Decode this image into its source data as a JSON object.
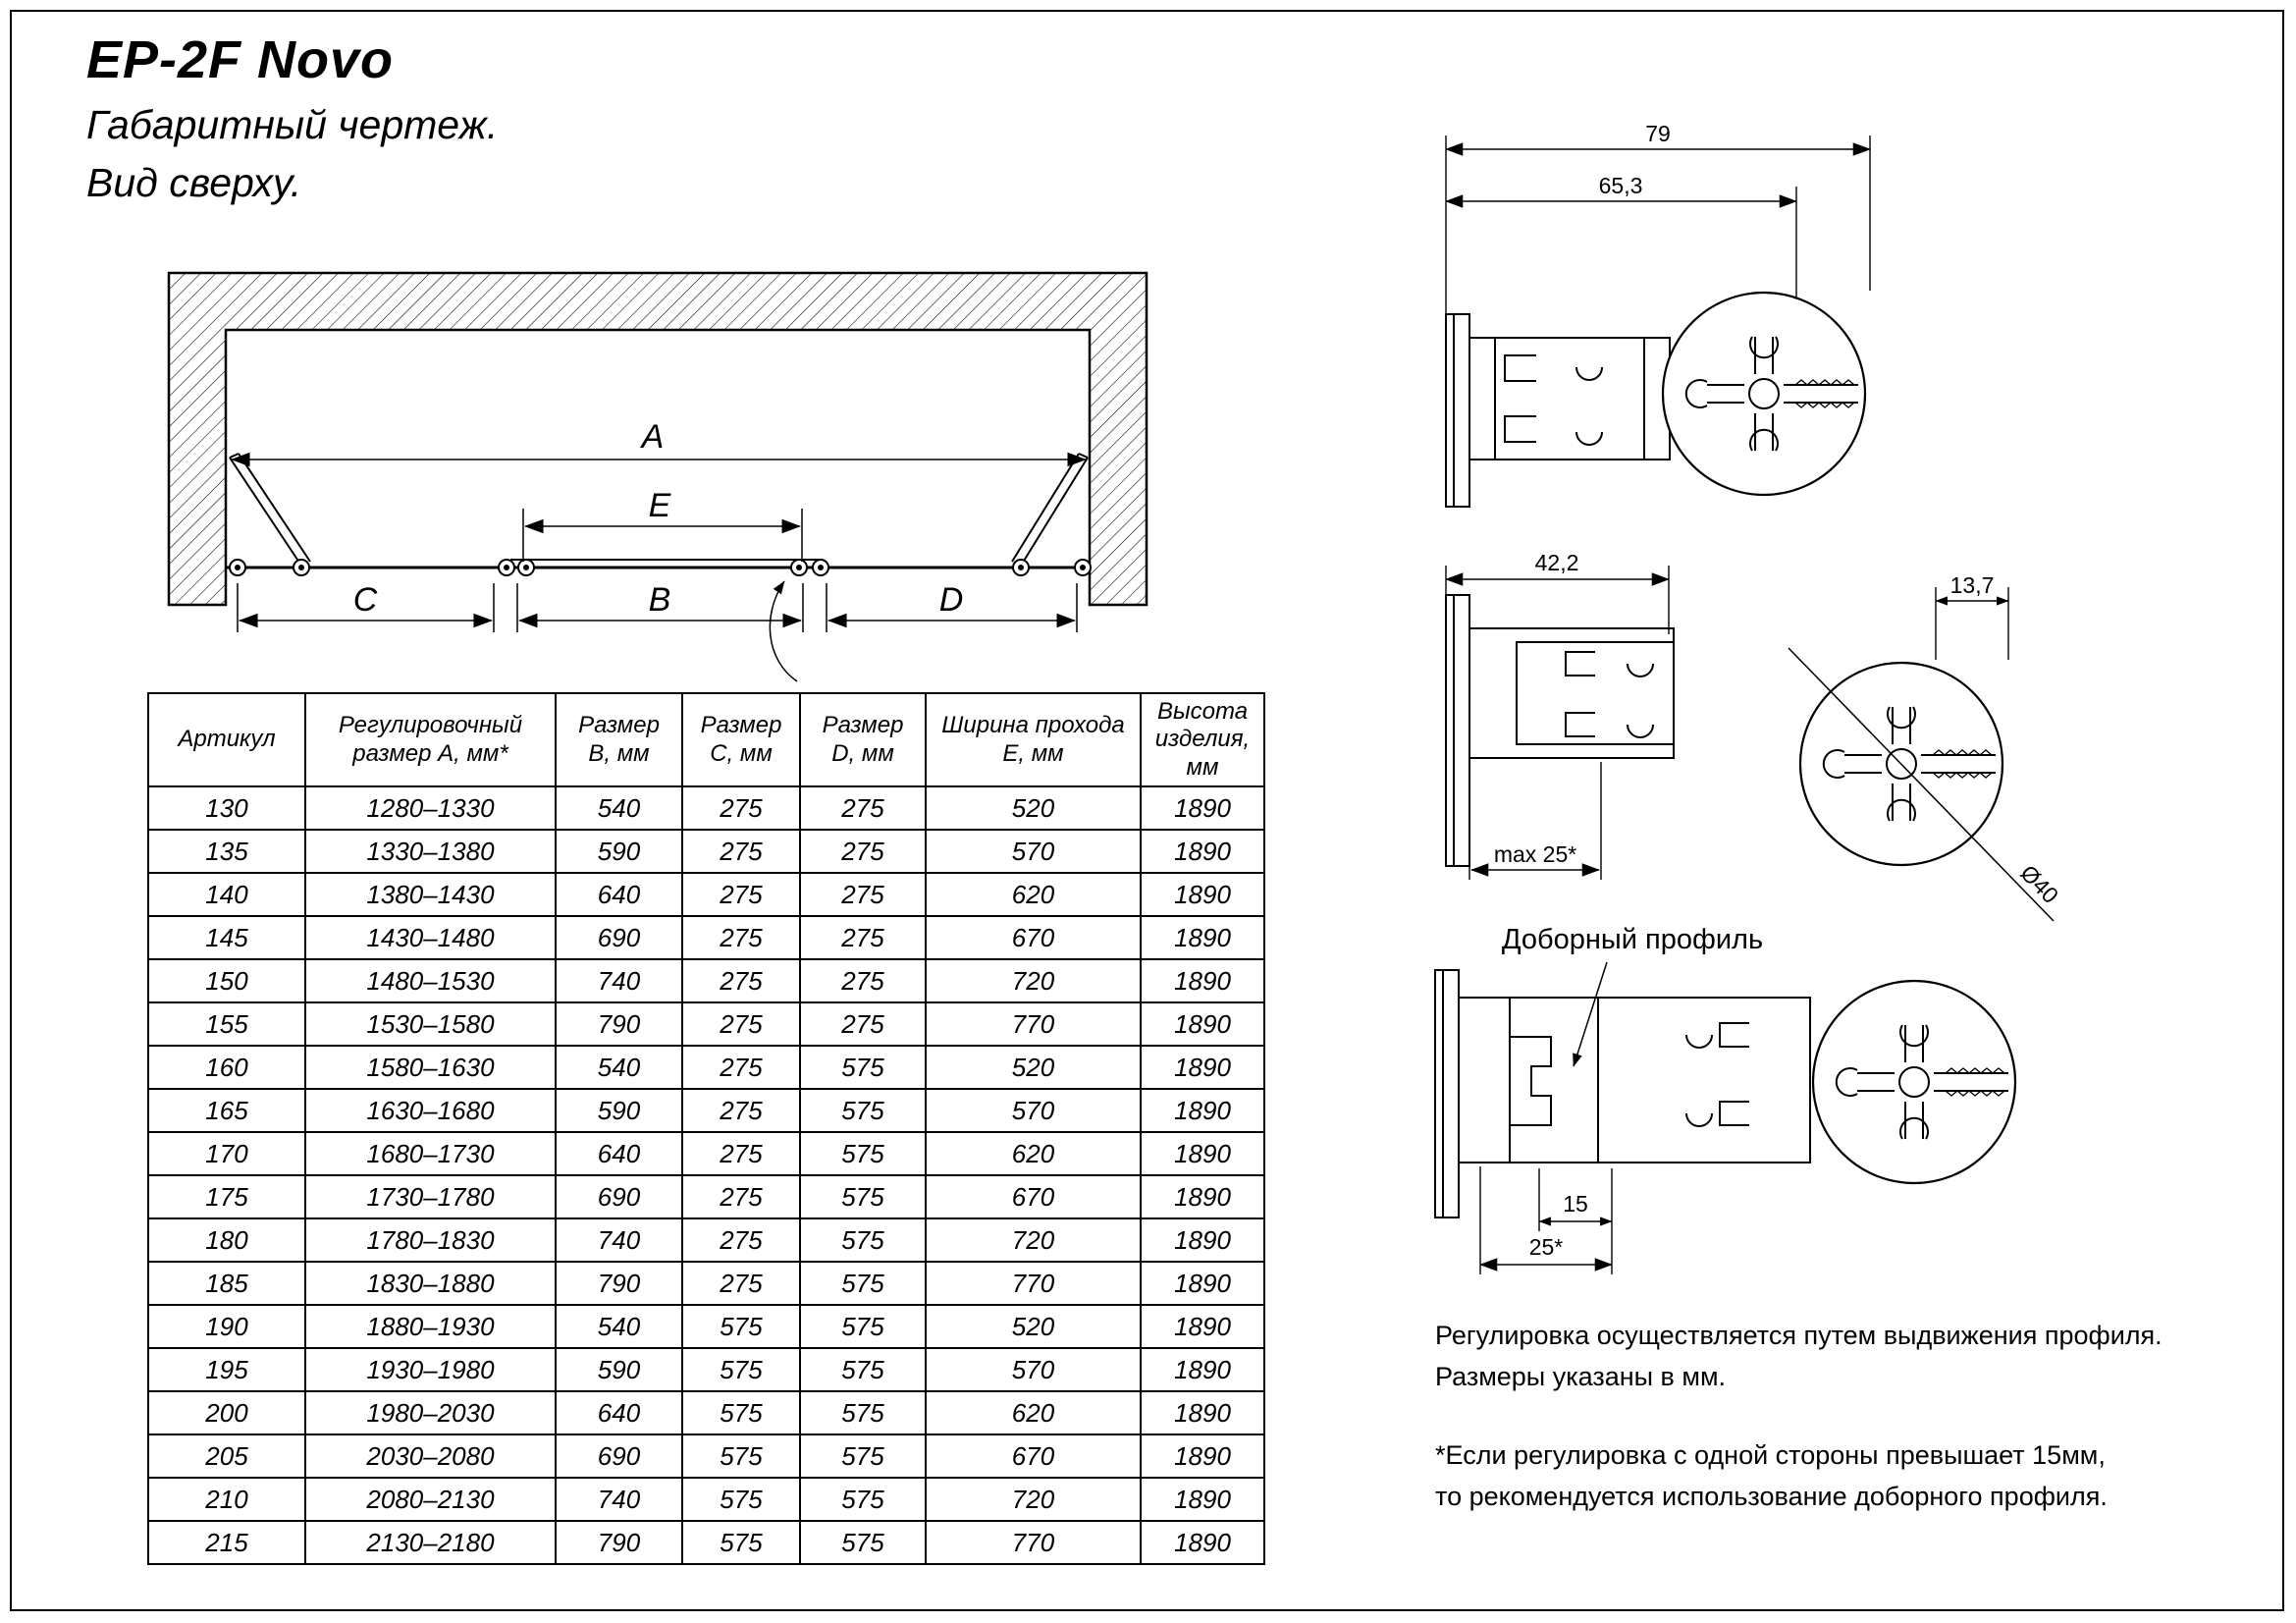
{
  "titles": {
    "product": "EP-2F Novo",
    "line1": "Габаритный чертеж.",
    "line2": "Вид сверху."
  },
  "top_view": {
    "dim_a": "A",
    "dim_e": "E",
    "dim_c": "C",
    "dim_b": "B",
    "dim_d": "D"
  },
  "detail_top": {
    "dim_width": "79",
    "dim_center": "65,3"
  },
  "detail_middle": {
    "dim_width": "42,2",
    "dim_jaw": "13,7",
    "dim_max": "max 25*",
    "dim_diameter": "Ø40"
  },
  "detail_bottom": {
    "callout": "Доборный профиль",
    "dim_inner": "15",
    "dim_outer": "25*"
  },
  "table": {
    "headers": [
      "Артикул",
      "Регулировочный размер А, мм*",
      "Размер В, мм",
      "Размер С, мм",
      "Размер D, мм",
      "Ширина прохода Е, мм",
      "Высота изделия, мм"
    ],
    "rows": [
      [
        "130",
        "1280–1330",
        "540",
        "275",
        "275",
        "520",
        "1890"
      ],
      [
        "135",
        "1330–1380",
        "590",
        "275",
        "275",
        "570",
        "1890"
      ],
      [
        "140",
        "1380–1430",
        "640",
        "275",
        "275",
        "620",
        "1890"
      ],
      [
        "145",
        "1430–1480",
        "690",
        "275",
        "275",
        "670",
        "1890"
      ],
      [
        "150",
        "1480–1530",
        "740",
        "275",
        "275",
        "720",
        "1890"
      ],
      [
        "155",
        "1530–1580",
        "790",
        "275",
        "275",
        "770",
        "1890"
      ],
      [
        "160",
        "1580–1630",
        "540",
        "275",
        "575",
        "520",
        "1890"
      ],
      [
        "165",
        "1630–1680",
        "590",
        "275",
        "575",
        "570",
        "1890"
      ],
      [
        "170",
        "1680–1730",
        "640",
        "275",
        "575",
        "620",
        "1890"
      ],
      [
        "175",
        "1730–1780",
        "690",
        "275",
        "575",
        "670",
        "1890"
      ],
      [
        "180",
        "1780–1830",
        "740",
        "275",
        "575",
        "720",
        "1890"
      ],
      [
        "185",
        "1830–1880",
        "790",
        "275",
        "575",
        "770",
        "1890"
      ],
      [
        "190",
        "1880–1930",
        "540",
        "575",
        "575",
        "520",
        "1890"
      ],
      [
        "195",
        "1930–1980",
        "590",
        "575",
        "575",
        "570",
        "1890"
      ],
      [
        "200",
        "1980–2030",
        "640",
        "575",
        "575",
        "620",
        "1890"
      ],
      [
        "205",
        "2030–2080",
        "690",
        "575",
        "575",
        "670",
        "1890"
      ],
      [
        "210",
        "2080–2130",
        "740",
        "575",
        "575",
        "720",
        "1890"
      ],
      [
        "215",
        "2130–2180",
        "790",
        "575",
        "575",
        "770",
        "1890"
      ]
    ]
  },
  "notes": {
    "adjust_line1": "Регулировка осуществляется путем выдвижения профиля.",
    "adjust_line2": "Размеры указаны в мм.",
    "asterisk_line1": "*Если регулировка с одной стороны превышает 15мм,",
    "asterisk_line2": "то рекомендуется использование доборного профиля."
  }
}
